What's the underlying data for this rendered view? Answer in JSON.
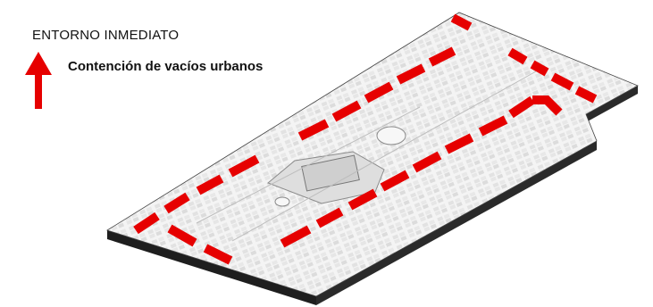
{
  "title": "ENTORNO INMEDIATO",
  "legend": {
    "label": "Contención de vacíos urbanos",
    "icon": "red-up-arrow",
    "color": "#e60000"
  },
  "colors": {
    "slab_top": "#f1f1f1",
    "slab_side": "#1e1e1e",
    "highlight": "#e60000"
  }
}
